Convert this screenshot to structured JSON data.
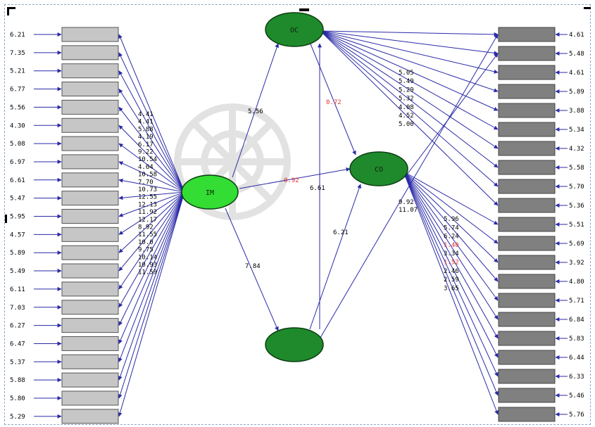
{
  "diagram": {
    "nodes": {
      "OC": {
        "label": "OC",
        "fill": "#1f8a2c"
      },
      "IM": {
        "label": "IM",
        "fill": "#33dd33"
      },
      "CO": {
        "label": "CO",
        "fill": "#1f8a2c"
      },
      "bottom": {
        "label": "",
        "fill": "#1f8a2c"
      }
    },
    "left_indicators": [
      "6.21",
      "7.35",
      "5.21",
      "6.77",
      "5.56",
      "4.30",
      "5.08",
      "6.97",
      "6.61",
      "5.47",
      "5.95",
      "4.57",
      "5.89",
      "5.49",
      "6.11",
      "7.03",
      "6.27",
      "6.47",
      "5.37",
      "5.88",
      "5.80",
      "5.29"
    ],
    "left_loadings": [
      "4.41",
      "4.41",
      "5.88",
      "4.19",
      "6.17",
      "9.22",
      "10.54",
      "4.64",
      "10.58",
      "7.70",
      "10.73",
      "12.55",
      "12.13",
      "11.92",
      "12.17",
      "8.92",
      "11.55",
      "10.0",
      "9.75",
      "10.14",
      "10.93",
      "11.59"
    ],
    "right_indicators": [
      "4.61",
      "5.48",
      "4.61",
      "5.89",
      "3.88",
      "5.34",
      "4.32",
      "5.58",
      "5.70",
      "5.36",
      "5.51",
      "5.69",
      "3.92",
      "4.80",
      "5.71",
      "6.84",
      "5.83",
      "6.44",
      "6.33",
      "5.46",
      "5.76"
    ],
    "oc_loadings": [
      "5.05",
      "5.49",
      "5.29",
      "5.32",
      "4.08",
      "4.52",
      "5.00"
    ],
    "co_loadings": [
      "9.92",
      "11.07"
    ],
    "bottom_loadings": [
      "5.96",
      "5.74",
      "6.24",
      "1.40",
      "3.34",
      "1.52",
      "2.46",
      "2.59",
      "3.65"
    ],
    "bottom_loading_colors": [
      "#000000",
      "#000000",
      "#000000",
      "#e83030",
      "#000000",
      "#e83030",
      "#000000",
      "#000000",
      "#000000"
    ],
    "paths": {
      "im_oc": "5.56",
      "im_co": "0.92",
      "oc_co": "0.72",
      "im_bottom": "7.84",
      "bottom_oc": "6.61",
      "bottom_co": "6.21"
    },
    "colors": {
      "arrow": "#2a2aa8",
      "insignificant": "#e83030",
      "left_box": "#c6c6c6",
      "right_box": "#808080"
    }
  }
}
